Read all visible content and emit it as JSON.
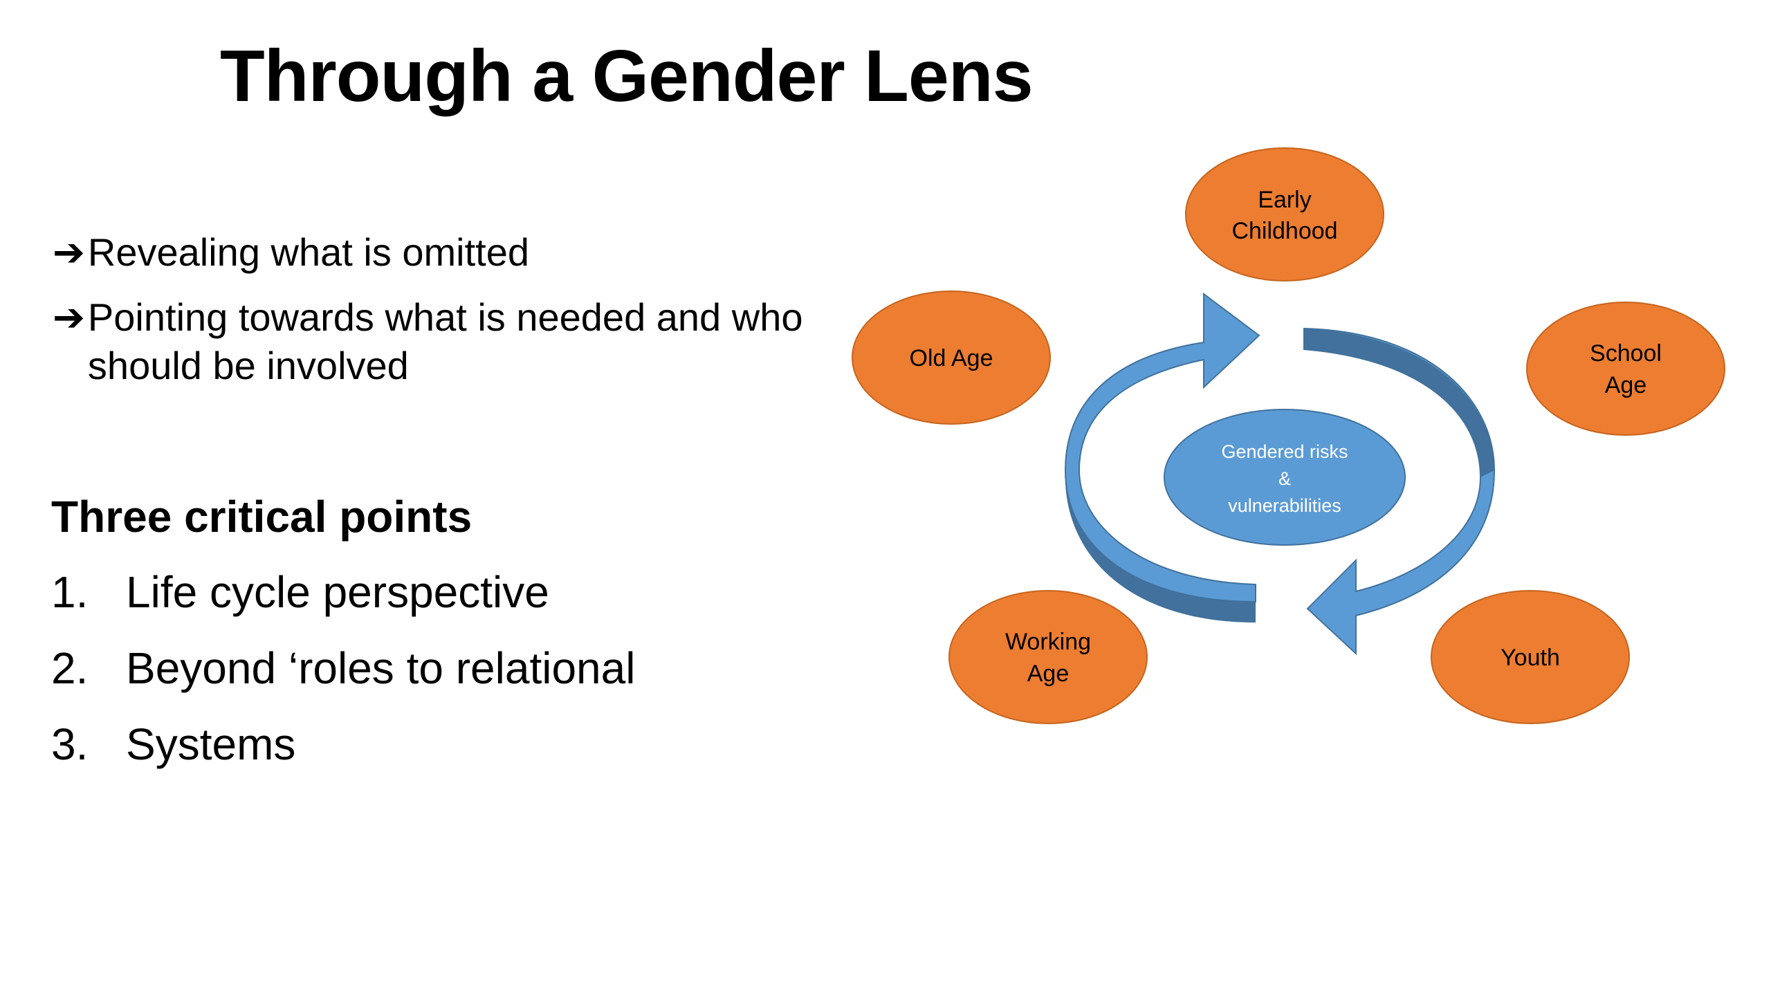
{
  "title": "Through a Gender Lens",
  "bullets": [
    {
      "arrow": "➔",
      "text": "Revealing what is omitted"
    },
    {
      "arrow": "➔",
      "text": "Pointing towards what is needed and who should be involved"
    }
  ],
  "subheading": "Three critical points",
  "points": [
    {
      "num": "1.",
      "text": "Life cycle perspective"
    },
    {
      "num": "2.",
      "text": "Beyond ‘roles to relational"
    },
    {
      "num": "3.",
      "text": "Systems"
    }
  ],
  "diagram": {
    "center": {
      "line1": "Gendered risks",
      "line2": "&",
      "line3": "vulnerabilities"
    },
    "nodes": {
      "early_childhood": {
        "line1": "Early",
        "line2": "Childhood"
      },
      "school_age": {
        "line1": "School",
        "line2": "Age"
      },
      "youth": {
        "line1": "Youth"
      },
      "working_age": {
        "line1": "Working",
        "line2": "Age"
      },
      "old_age": {
        "line1": "Old Age"
      }
    },
    "colors": {
      "node_fill": "#ED7D31",
      "node_stroke": "#C6651F",
      "center_fill": "#5B9BD5",
      "arrow_fill": "#5B9BD5",
      "arrow_dark": "#41719C"
    }
  }
}
